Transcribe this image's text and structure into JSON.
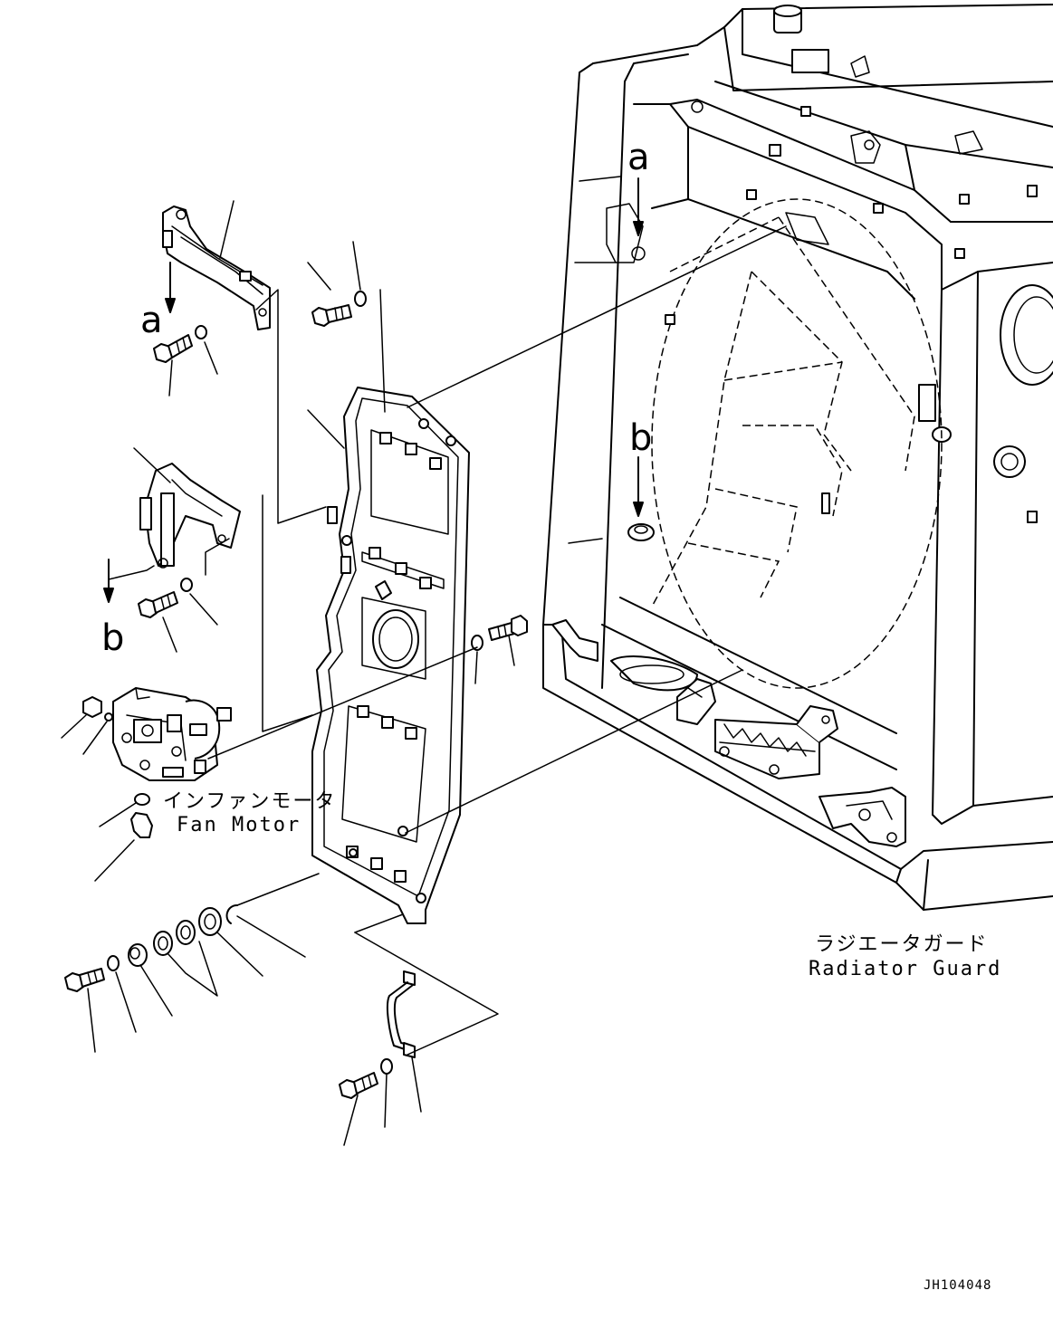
{
  "diagram": {
    "callouts": {
      "a_top": "a",
      "a_left": "a",
      "b_top": "b",
      "b_left": "b"
    },
    "fan_motor": {
      "label_jp": "インファンモータ",
      "label_en": "Fan Motor"
    },
    "radiator_guard": {
      "label_jp": "ラジエータガード",
      "label_en": "Radiator Guard"
    },
    "drawing_number": "JH104048"
  }
}
